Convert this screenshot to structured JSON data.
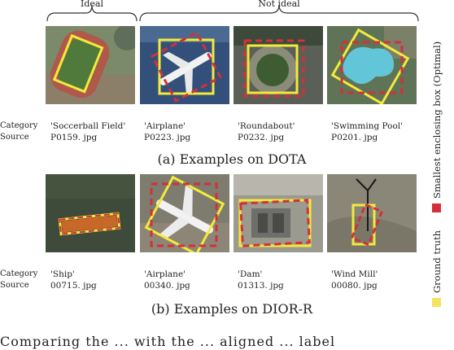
{
  "header": {
    "ideal_label": "Ideal",
    "not_ideal_label": "Not ideal"
  },
  "row_labels": {
    "category": "Category",
    "source": "Source"
  },
  "dota": {
    "caption": "(a) Examples on DOTA",
    "items": [
      {
        "category": "'Soccerball Field'",
        "source": "P0159. jpg"
      },
      {
        "category": "'Airplane'",
        "source": "P0223. jpg"
      },
      {
        "category": "'Roundabout'",
        "source": "P0232. jpg"
      },
      {
        "category": "'Swimming Pool'",
        "source": "P0201. jpg"
      }
    ]
  },
  "dior": {
    "caption": "(b) Examples on DIOR-R",
    "items": [
      {
        "category": "'Ship'",
        "source": "00715. jpg"
      },
      {
        "category": "'Airplane'",
        "source": "00340. jpg"
      },
      {
        "category": "'Dam'",
        "source": "01313. jpg"
      },
      {
        "category": "'Wind Mill'",
        "source": "00080. jpg"
      }
    ]
  },
  "legend": {
    "ground_truth": "Ground truth",
    "smallest_box": "Smallest enclosing box (Optimal)",
    "ground_truth_color": "#f5e463",
    "smallest_box_color": "#d3303a"
  },
  "footer_text": "Comparing the ... with the ... aligned ... label"
}
